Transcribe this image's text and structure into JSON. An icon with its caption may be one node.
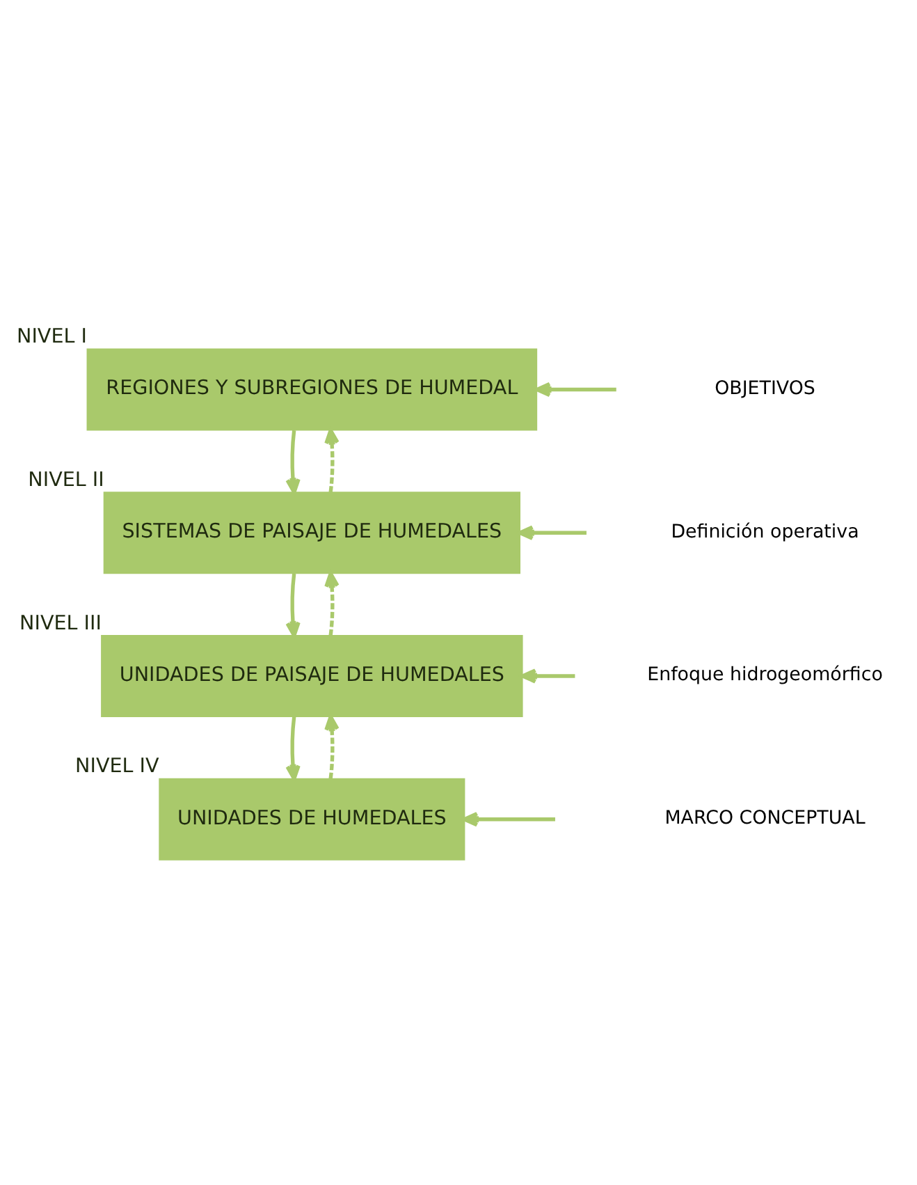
{
  "diagram": {
    "nodes": [
      {
        "text": [
          "REGIONES Y SUBREGIONES DE HUMEDAL"
        ],
        "beside": [
          "NIVEL I"
        ]
      },
      {
        "text": [
          "SISTEMAS DE PAISAJE DE HUMEDALES"
        ],
        "beside": [
          "NIVEL II"
        ]
      },
      {
        "text": [
          "UNIDADES DE PAISAJE DE HUMEDALES"
        ],
        "beside": [
          "NIVEL III"
        ]
      },
      {
        "text": [
          "UNIDADES DE HUMEDALES"
        ],
        "beside": [
          "NIVEL IV"
        ]
      }
    ],
    "edges": [
      {
        "from": null,
        "to": 0,
        "arrow": "to"
      },
      {
        "from": null,
        "to": 1,
        "arrow": "to"
      },
      {
        "from": null,
        "to": 2,
        "arrow": "to"
      },
      {
        "from": null,
        "to": 3,
        "arrow": "to"
      },
      {
        "from": 0,
        "to": 1,
        "arrow": "to"
      },
      {
        "from": 1,
        "to": 0,
        "arrow": "to",
        "style": "dashed"
      },
      {
        "from": 1,
        "to": 2,
        "arrow": "to"
      },
      {
        "from": 2,
        "to": 1,
        "arrow": "to",
        "style": "dashed"
      },
      {
        "from": 2,
        "to": 3,
        "arrow": "to"
      },
      {
        "from": 3,
        "to": 2,
        "arrow": "to",
        "style": "dashed"
      }
    ],
    "labels": [
      "OBJETIVOS",
      "Definición operativa",
      "Enfoque hidrogeomórfico",
      "MARCO CONCEPTUAL"
    ]
  }
}
